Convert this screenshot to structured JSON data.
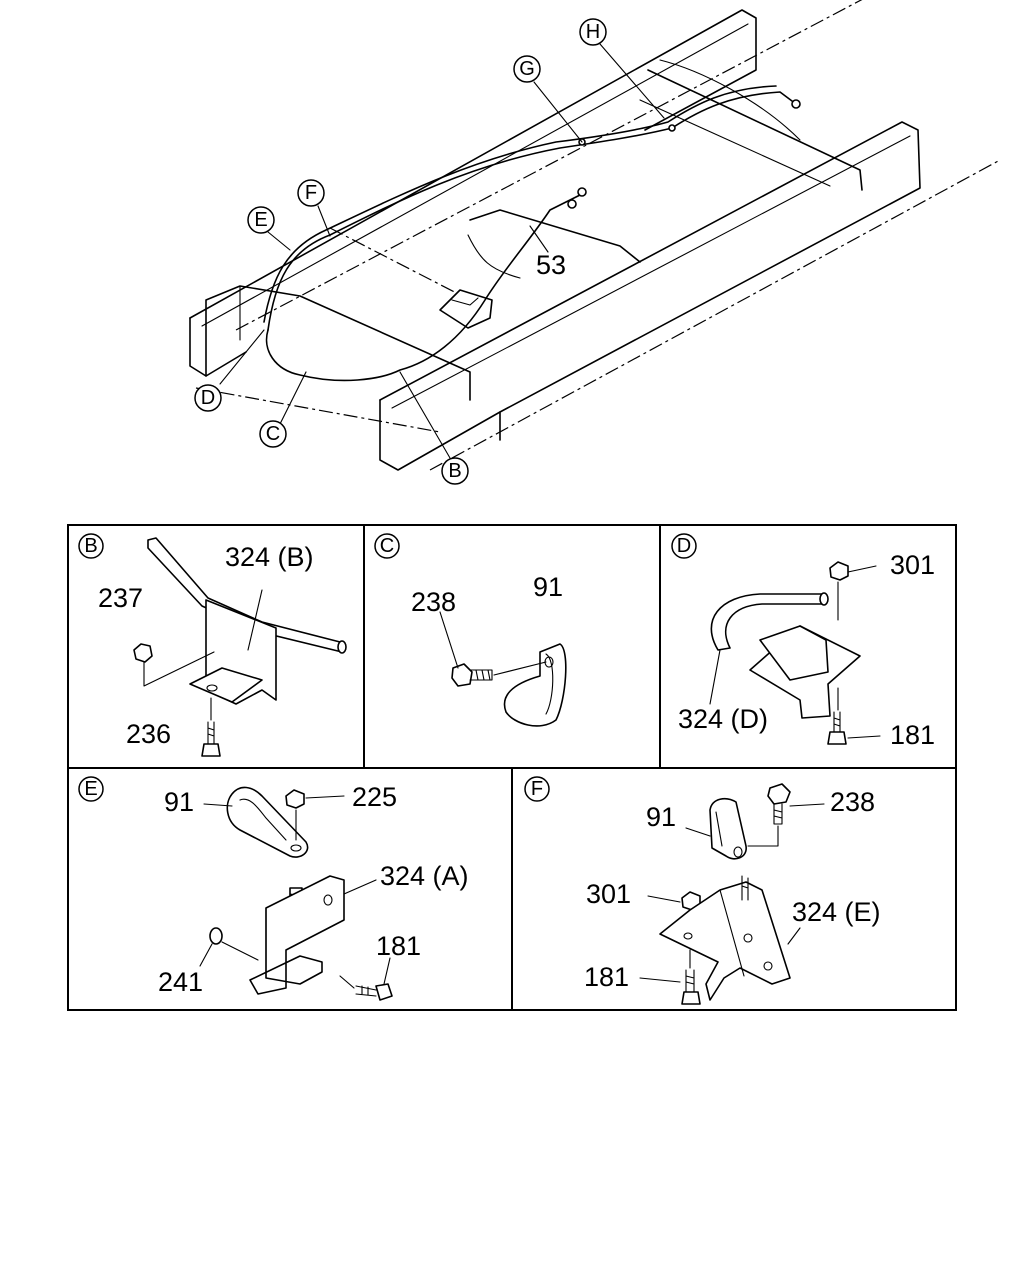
{
  "overview": {
    "callouts": [
      "H",
      "G",
      "F",
      "E",
      "D",
      "C",
      "B"
    ],
    "part_label": "53"
  },
  "panels": {
    "B": {
      "letter": "B",
      "labels": [
        "324 (B)",
        "237",
        "236"
      ]
    },
    "C": {
      "letter": "C",
      "labels": [
        "238",
        "91"
      ]
    },
    "D": {
      "letter": "D",
      "labels": [
        "301",
        "324 (D)",
        "181"
      ]
    },
    "E": {
      "letter": "E",
      "labels": [
        "91",
        "225",
        "324 (A)",
        "241",
        "181"
      ]
    },
    "F": {
      "letter": "F",
      "labels": [
        "91",
        "238",
        "301",
        "324 (E)",
        "181"
      ]
    }
  }
}
